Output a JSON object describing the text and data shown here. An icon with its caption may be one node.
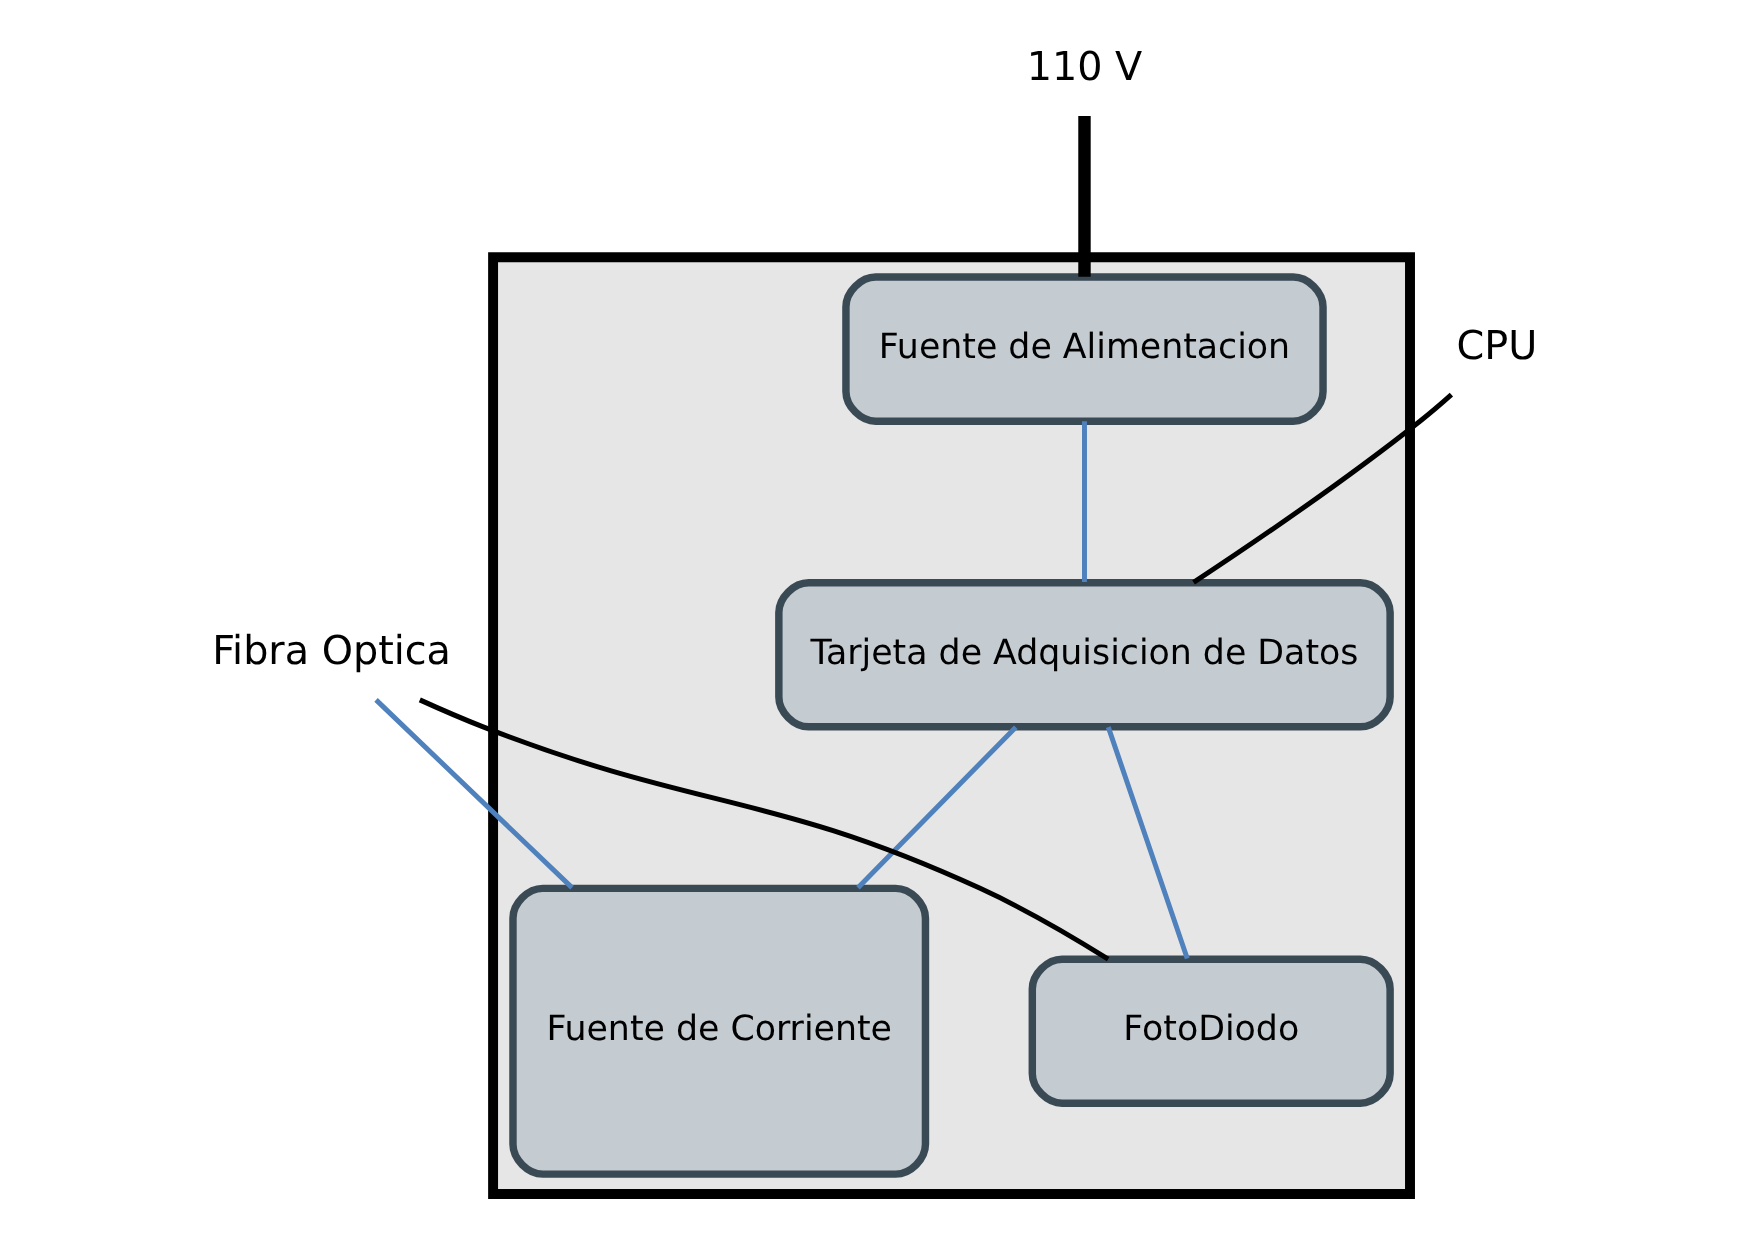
{
  "diagram": {
    "nodes": [
      {
        "text": [],
        "shape": "box"
      },
      {
        "text": [
          "110 V"
        ]
      },
      {
        "text": [
          "Fuente de Alimentacion"
        ],
        "in": 0
      },
      {
        "text": [
          "CPU"
        ]
      },
      {
        "text": [
          "Tarjeta de Adquisicion de Datos"
        ],
        "in": 0
      },
      {
        "text": [
          "Fuente de Corriente"
        ],
        "in": 0
      },
      {
        "text": [
          "Fibra Optica"
        ]
      },
      {
        "text": [
          "FotoDiodo"
        ],
        "in": 0
      }
    ],
    "edges": [
      {
        "from": 1,
        "to": 2,
        "arrow": "none",
        "style": "thick",
        "color": "#000000"
      },
      {
        "from": 2,
        "to": 4,
        "arrow": "none"
      },
      {
        "from": 3,
        "to": 4,
        "arrow": "none",
        "color": "#000000"
      },
      {
        "from": 4,
        "to": 5,
        "arrow": "none"
      },
      {
        "from": 4,
        "to": 7,
        "arrow": "none"
      },
      {
        "from": 6,
        "to": 7,
        "arrow": "none",
        "color": "#000000"
      },
      {
        "from": 6,
        "to": 5,
        "arrow": "none"
      }
    ]
  }
}
